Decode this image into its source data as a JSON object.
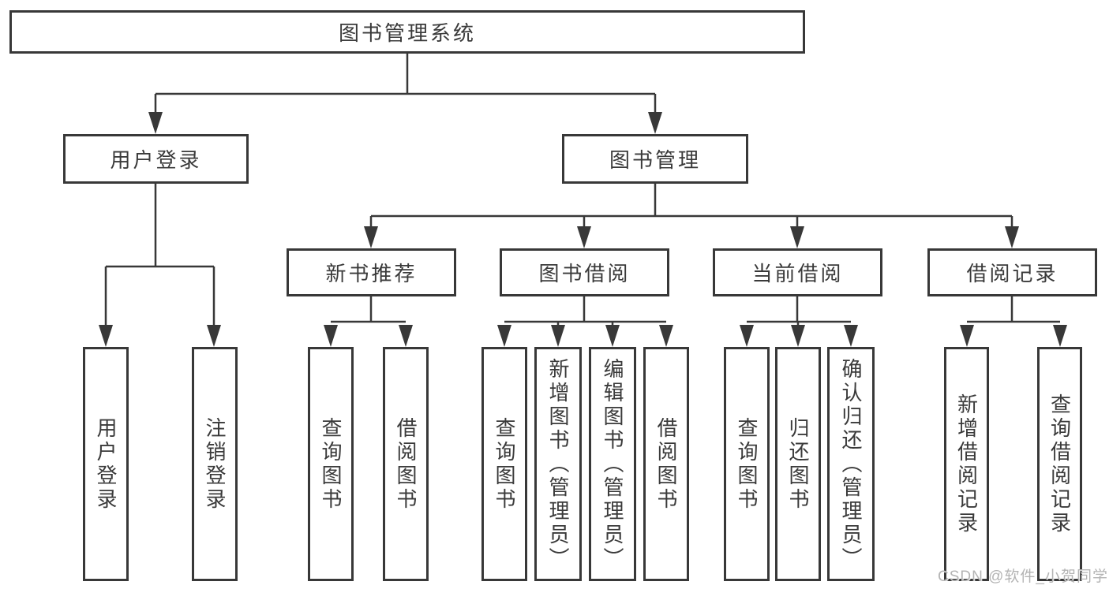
{
  "diagram": {
    "type": "org-tree",
    "colors": {
      "line": "#383838",
      "box_border": "#383838",
      "box_bg": "#ffffff",
      "text": "#3a3a3a",
      "watermark": "#b4b4b4"
    },
    "tree": {
      "root": {
        "label": "图书管理系统"
      },
      "branches": [
        {
          "label": "用户登录",
          "children": [
            {
              "label": "用户登录"
            },
            {
              "label": "注销登录"
            }
          ]
        },
        {
          "label": "图书管理",
          "children": [
            {
              "label": "新书推荐",
              "children": [
                {
                  "label": "查询图书"
                },
                {
                  "label": "借阅图书"
                }
              ]
            },
            {
              "label": "图书借阅",
              "children": [
                {
                  "label": "查询图书"
                },
                {
                  "label": "新增图书（管理员）"
                },
                {
                  "label": "编辑图书（管理员）"
                },
                {
                  "label": "借阅图书"
                }
              ]
            },
            {
              "label": "当前借阅",
              "children": [
                {
                  "label": "查询图书"
                },
                {
                  "label": "归还图书"
                },
                {
                  "label": "确认归还（管理员）"
                }
              ]
            },
            {
              "label": "借阅记录",
              "children": [
                {
                  "label": "新增借阅记录"
                },
                {
                  "label": "查询借阅记录"
                }
              ]
            }
          ]
        }
      ]
    },
    "watermark": {
      "text": "CSDN @软件_小贺同学"
    }
  }
}
